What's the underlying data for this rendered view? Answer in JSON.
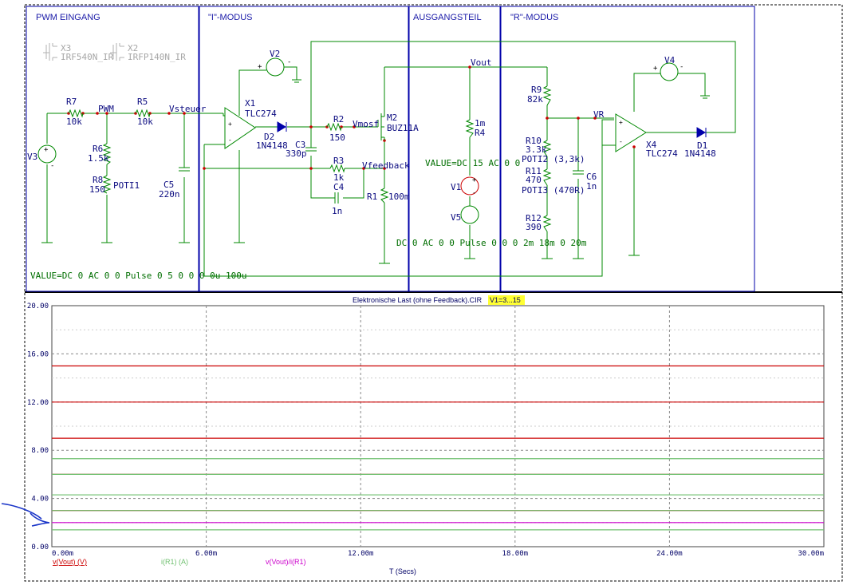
{
  "sections": [
    "PWM EINGANG",
    "\"I\"-MODUS",
    "AUSGANGSTEIL",
    "\"R\"-MODUS"
  ],
  "ghost_parts": [
    {
      "ref": "X3",
      "model": "IRF540N_IR"
    },
    {
      "ref": "X2",
      "model": "IRFP140N_IR"
    }
  ],
  "components": {
    "R7": {
      "name": "R7",
      "value": "10k"
    },
    "R5": {
      "name": "R5",
      "value": "10k"
    },
    "R6": {
      "name": "R6",
      "value": "1.5k"
    },
    "R8": {
      "name": "R8",
      "value": "150"
    },
    "POTI1": {
      "name": "POTI1"
    },
    "C5": {
      "name": "C5",
      "value": "220n"
    },
    "V3": {
      "name": "V3"
    },
    "V2": {
      "name": "V2"
    },
    "X1": {
      "name": "X1",
      "value": "TLC274"
    },
    "D2": {
      "name": "D2",
      "value": "1N4148"
    },
    "C3": {
      "name": "C3",
      "value": "330p"
    },
    "R2": {
      "name": "R2",
      "value": "150"
    },
    "R3": {
      "name": "R3",
      "value": "1k"
    },
    "C4": {
      "name": "C4",
      "value": "1n"
    },
    "M2": {
      "name": "M2",
      "value": "BUZ11A"
    },
    "R1": {
      "name": "R1",
      "value": "100m"
    },
    "R4": {
      "name": "R4",
      "value": "1m"
    },
    "V1": {
      "name": "V1"
    },
    "V5": {
      "name": "V5"
    },
    "R9": {
      "name": "R9",
      "value": "82k"
    },
    "R10": {
      "name": "R10",
      "value": "3.3k"
    },
    "POTI2": {
      "name": "POTI2 (3,3k)"
    },
    "R11": {
      "name": "R11",
      "value": "470"
    },
    "POTI3": {
      "name": "POTI3 (470R)"
    },
    "R12": {
      "name": "R12",
      "value": "390"
    },
    "C6": {
      "name": "C6",
      "value": "1n"
    },
    "V4": {
      "name": "V4"
    },
    "X4": {
      "name": "X4",
      "value": "TLC274"
    },
    "D1": {
      "name": "D1",
      "value": "1N4148"
    }
  },
  "nets": {
    "pwm": "PWM",
    "vsteuer": "Vsteuer",
    "vmosfet": "Vmosf",
    "vfeedback": "Vfeedback",
    "vout": "Vout",
    "vr": "VR"
  },
  "source_values": {
    "v3": "VALUE=DC 0 AC 0 0 Pulse 0 5 0 0 0 0u 100u",
    "v1": "VALUE=DC 15 AC 0 0",
    "v5": "DC 0 AC 0 0 Pulse 0 0 0 2m 18m 0 20m"
  },
  "plot": {
    "title": "Elektronische Last (ohne Feedback).CIR",
    "stepping": "V1=3...15",
    "xlabel": "T (Secs)",
    "legend": [
      {
        "label": "v(Vout) (V)",
        "color": "#cc0000"
      },
      {
        "label": "i(R1) (A)",
        "color": "#70c070"
      },
      {
        "label": "v(Vout)/i(R1)",
        "color": "#cc00cc"
      }
    ]
  },
  "chart_data": {
    "type": "line",
    "title": "Elektronische Last (ohne Feedback).CIR",
    "xlabel": "T (Secs)",
    "ylabel": "",
    "xlim": [
      0,
      30
    ],
    "ylim": [
      0,
      20
    ],
    "x_tick_labels": [
      "0.00m",
      "6.00m",
      "12.00m",
      "18.00m",
      "24.00m",
      "30.00m"
    ],
    "y_tick_labels": [
      "20.00",
      "16.00",
      "12.00",
      "8.00",
      "4.00",
      "0.00"
    ],
    "x_ticks": [
      0,
      6,
      12,
      18,
      24,
      30
    ],
    "y_ticks": [
      20,
      16,
      12,
      8,
      4,
      0
    ],
    "grid": true,
    "series": [
      {
        "name": "v(Vout) (V)",
        "color": "#cc0000",
        "x": [
          0,
          30
        ],
        "levels": [
          15.0,
          12.0,
          9.0,
          6.0,
          3.0
        ]
      },
      {
        "name": "i(R1) (A)",
        "color": "#70c070",
        "x": [
          0,
          30
        ],
        "levels": [
          7.3,
          6.0,
          4.3,
          3.0,
          1.4
        ]
      },
      {
        "name": "v(Vout)/i(R1)",
        "color": "#cc00cc",
        "x": [
          0,
          30
        ],
        "levels": [
          2.0
        ]
      }
    ]
  }
}
